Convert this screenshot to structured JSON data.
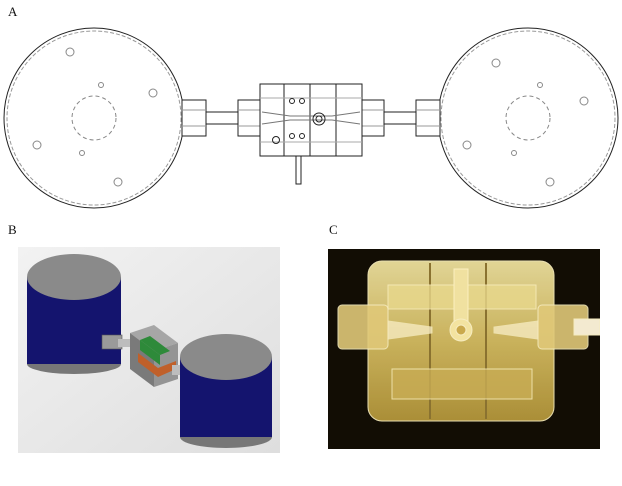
{
  "figure": {
    "panels": [
      {
        "id": "A",
        "label": "A",
        "kind": "technical-line-drawing"
      },
      {
        "id": "B",
        "label": "B",
        "kind": "3d-render"
      },
      {
        "id": "C",
        "label": "C",
        "kind": "photograph"
      }
    ]
  },
  "colors": {
    "reservoir_body": "#14146e",
    "reservoir_top": "#8a8a8a",
    "block_grey": "#8c8c8c",
    "layer_green": "#2e8a3a",
    "layer_orange": "#c0602a",
    "photo_background": "#120d04",
    "acrylic_yellow": "#e7d27a"
  }
}
